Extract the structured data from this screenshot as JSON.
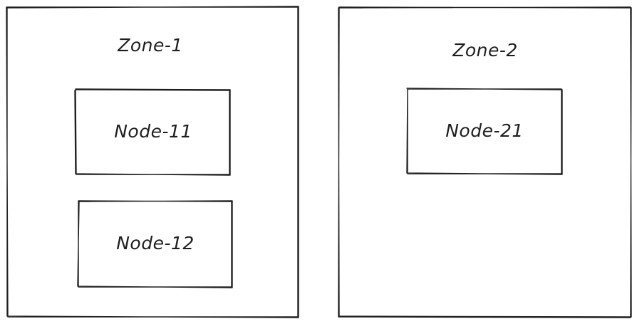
{
  "zones": [
    {
      "title": "Zone-1",
      "nodes": [
        "Node-11",
        "Node-12"
      ]
    },
    {
      "title": "Zone-2",
      "nodes": [
        "Node-21"
      ]
    }
  ]
}
